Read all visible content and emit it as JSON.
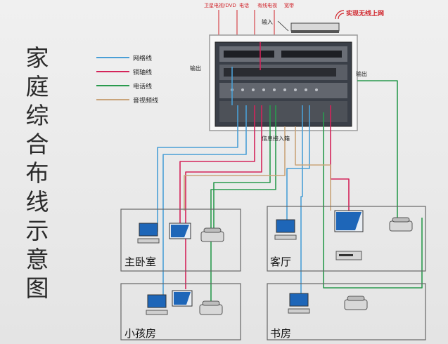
{
  "title_chars": [
    "家",
    "庭",
    "综",
    "合",
    "布",
    "线",
    "示",
    "意",
    "图"
  ],
  "legend": [
    {
      "label": "网络线",
      "color": "#4a9fd6"
    },
    {
      "label": "铜轴线",
      "color": "#d4245a"
    },
    {
      "label": "电话线",
      "color": "#2a9a4e"
    },
    {
      "label": "音视频线",
      "color": "#c9a47a"
    }
  ],
  "sources": [
    {
      "label": "卫星电视/DVD"
    },
    {
      "label": "电话"
    },
    {
      "label": "有线电视"
    },
    {
      "label": "宽带"
    }
  ],
  "wifi_label": "实现无线上网",
  "port_labels": {
    "input": "输入",
    "output_left": "输出",
    "output_right": "输出"
  },
  "cabinet_label": "信息接入箱",
  "rooms": [
    {
      "label": "主卧室"
    },
    {
      "label": "客厅"
    },
    {
      "label": "小孩房"
    },
    {
      "label": "书房"
    }
  ]
}
